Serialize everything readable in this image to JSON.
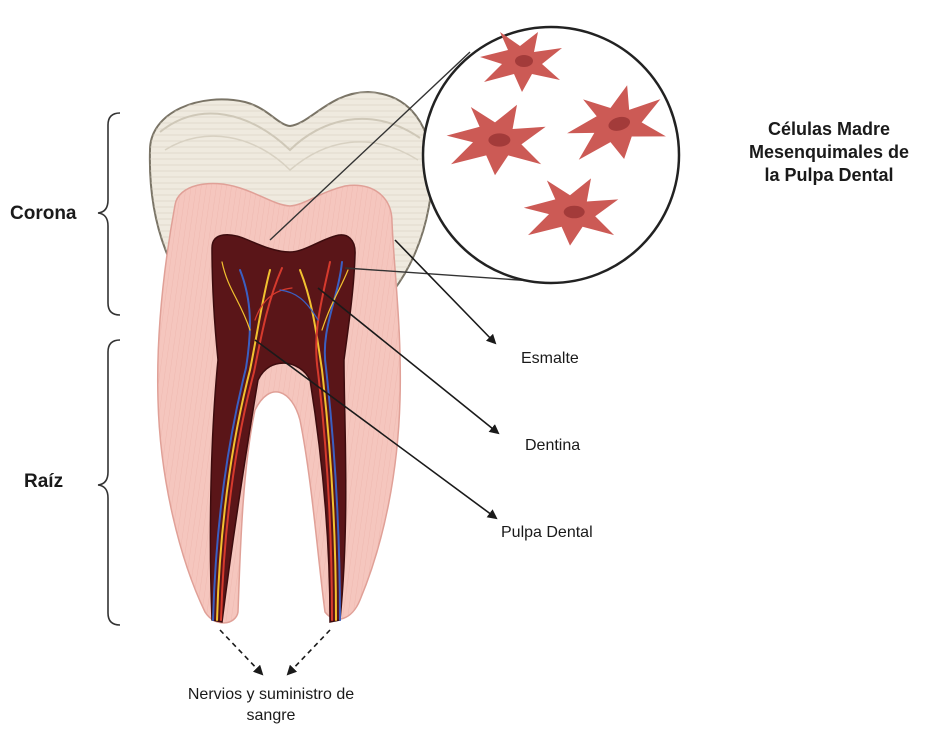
{
  "labels": {
    "corona": "Corona",
    "raiz": "Raíz",
    "stem_cells": "Células Madre Mesenquimales de la Pulpa Dental",
    "esmalte": "Esmalte",
    "dentina": "Dentina",
    "pulpa": "Pulpa Dental",
    "nerves": "Nervios y suministro de sangre"
  },
  "colors": {
    "enamel": "#efeadf",
    "dentin": "#f5c6be",
    "pulp": "#5a1518",
    "cell": "#cc5a55",
    "nucleus": "#a33b3a",
    "nerve_yellow": "#f2c230",
    "vessel_red": "#d63a2d",
    "vessel_blue": "#3b5fc2"
  }
}
